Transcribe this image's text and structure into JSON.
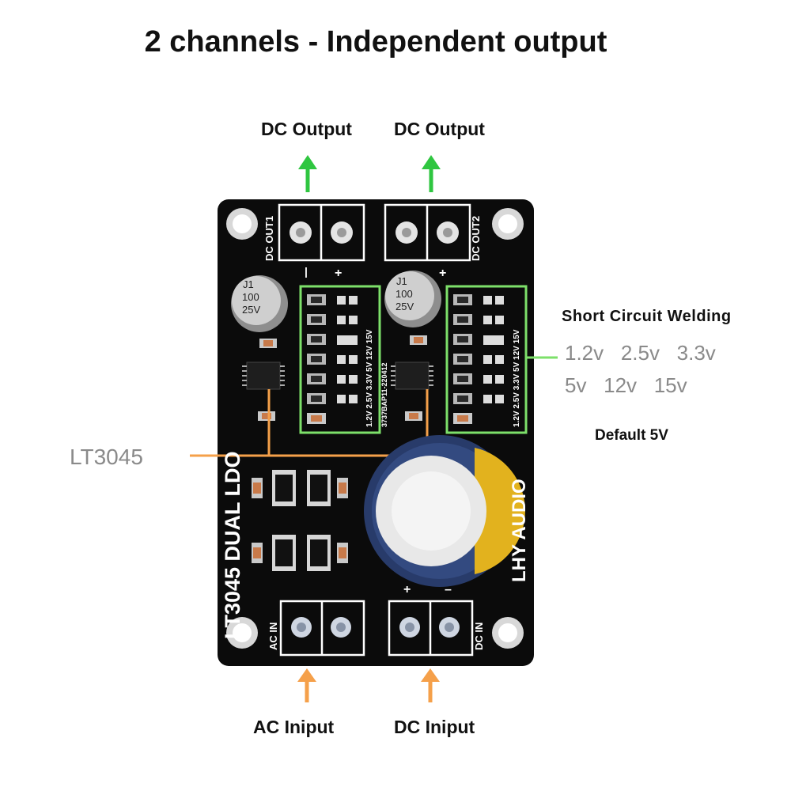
{
  "title": "2 channels - Independent output",
  "labels": {
    "dc_output_1": "DC Output",
    "dc_output_2": "DC Output",
    "ac_input": "AC Iniput",
    "dc_input": "DC Iniput",
    "lt3045": "LT3045",
    "short_circuit_welding": "Short Circuit Welding",
    "voltages_row1": "1.2v   2.5v   3.3v",
    "voltages_row2": "5v   12v   15v",
    "default": "Default 5V"
  },
  "board": {
    "name": "LT3045 DUAL LDO",
    "brand": "LHY AUDIO",
    "out1": "DC OUT1",
    "out2": "DC OUT2",
    "ac_in": "AC IN",
    "dc_in": "DC IN",
    "cap_text": [
      "J1",
      "100",
      "25V"
    ],
    "voltage_silk": "1.2V 2.5V 3.3V 5V 12V 15V",
    "serial": "3737BAP11-220412"
  },
  "colors": {
    "green_arrow": "#2fc640",
    "orange_arrow": "#f5a04a",
    "green_box": "#7de06a",
    "orange_line": "#f5a04a",
    "pcb": "#0b0b0b"
  }
}
